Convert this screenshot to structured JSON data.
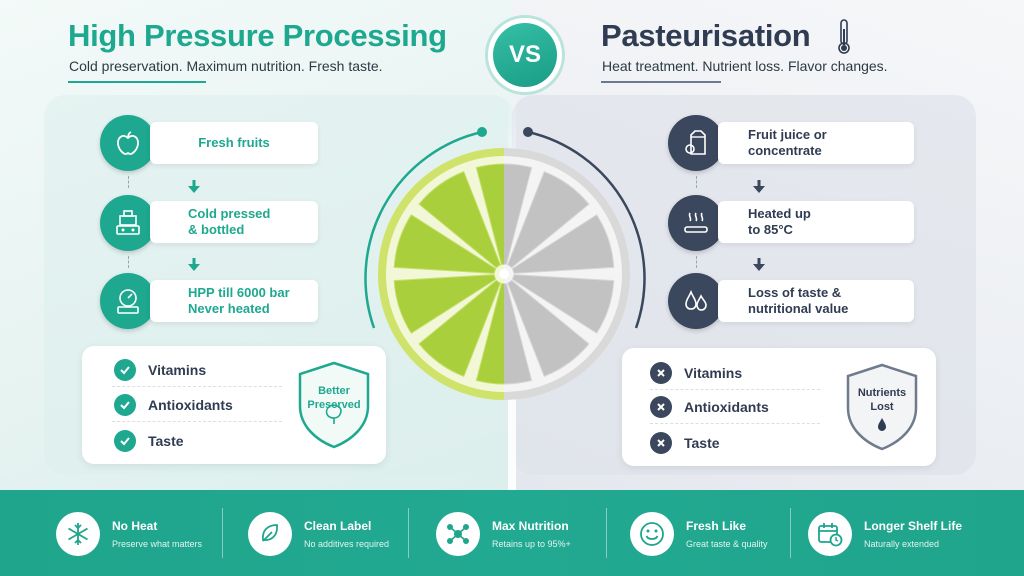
{
  "vs_label": "VS",
  "colors": {
    "hpp_green": "#1ea88f",
    "past_navy": "#2f3c52",
    "footer_teal": "#1fa58c"
  },
  "hpp": {
    "title": "High Pressure Processing",
    "subtitle": "Cold preservation. Maximum nutrition. Fresh taste.",
    "steps": [
      {
        "icon": "apple-icon",
        "text": "Fresh fruits"
      },
      {
        "icon": "press-machine-icon",
        "line1": "Cold pressed",
        "line2": "& bottled"
      },
      {
        "icon": "pressure-gauge-icon",
        "line1": "HPP till 6000 bar",
        "line2": "Never heated"
      }
    ],
    "benefits": [
      "Vitamins",
      "Antioxidants",
      "Taste"
    ],
    "badge": {
      "line1": "Better",
      "line2": "Preserved",
      "icon": "leaf-icon"
    }
  },
  "pasteurisation": {
    "title": "Pasteurisation",
    "subtitle": "Heat treatment. Nutrient loss. Flavor changes.",
    "title_icon": "thermometer-icon",
    "steps": [
      {
        "icon": "juice-carton-icon",
        "line1": "Fruit juice or",
        "line2": "concentrate"
      },
      {
        "icon": "heat-waves-icon",
        "line1": "Heated up",
        "line2": "to 85°C"
      },
      {
        "icon": "drops-icon",
        "line1": "Loss of taste &",
        "line2": "nutritional value"
      }
    ],
    "losses": [
      "Vitamins",
      "Antioxidants",
      "Taste"
    ],
    "badge": {
      "line1": "Nutrients",
      "line2": "Lost",
      "icon": "drop-icon"
    }
  },
  "features": [
    {
      "icon": "snowflake-icon",
      "title": "No Heat",
      "desc": "Preserve what matters"
    },
    {
      "icon": "leaf-icon",
      "title": "Clean Label",
      "desc": "No additives required"
    },
    {
      "icon": "molecule-icon",
      "title": "Max Nutrition",
      "desc": "Retains up to 95%+"
    },
    {
      "icon": "smiley-icon",
      "title": "Fresh Like",
      "desc": "Great taste & quality"
    },
    {
      "icon": "calendar-clock-icon",
      "title": "Longer Shelf Life",
      "desc": "Naturally extended"
    }
  ]
}
